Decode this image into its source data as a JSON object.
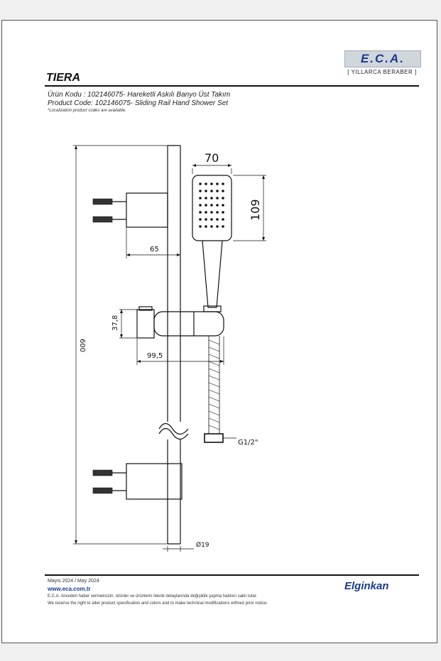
{
  "brand": {
    "logo_text": "E.C.A.",
    "tagline": "[ YILLARCA BERABER ]",
    "footer_logo": "Elginkan"
  },
  "product": {
    "name": "TIERA",
    "code_tr": "Ürün Kodu : 102146075- Hareketli Askılı Banyo Üst Takım",
    "code_en": "Product Code: 102146075- Sliding Rail Hand Shower Set",
    "note": "*Localization product codes are available."
  },
  "dimensions": {
    "head_width": "70",
    "head_height": "109",
    "bracket_depth": "65",
    "holder_height": "37,8",
    "holder_depth": "99,5",
    "rail_length": "600",
    "hose_thread": "G1/2\"",
    "rail_diameter": "Ø19"
  },
  "footer": {
    "date": "Mayıs 2024 / May 2024",
    "url": "www.eca.com.tr",
    "disclaimer_tr": "E.C.A. önceden haber vermeksizin, ürünler ve ürünlerin teknik detaylarında değişiklik yapma hakkını saklı tutar.",
    "disclaimer_en": "We reserve the right to alter product specification and colors and to make technical modifications without prior notice."
  }
}
